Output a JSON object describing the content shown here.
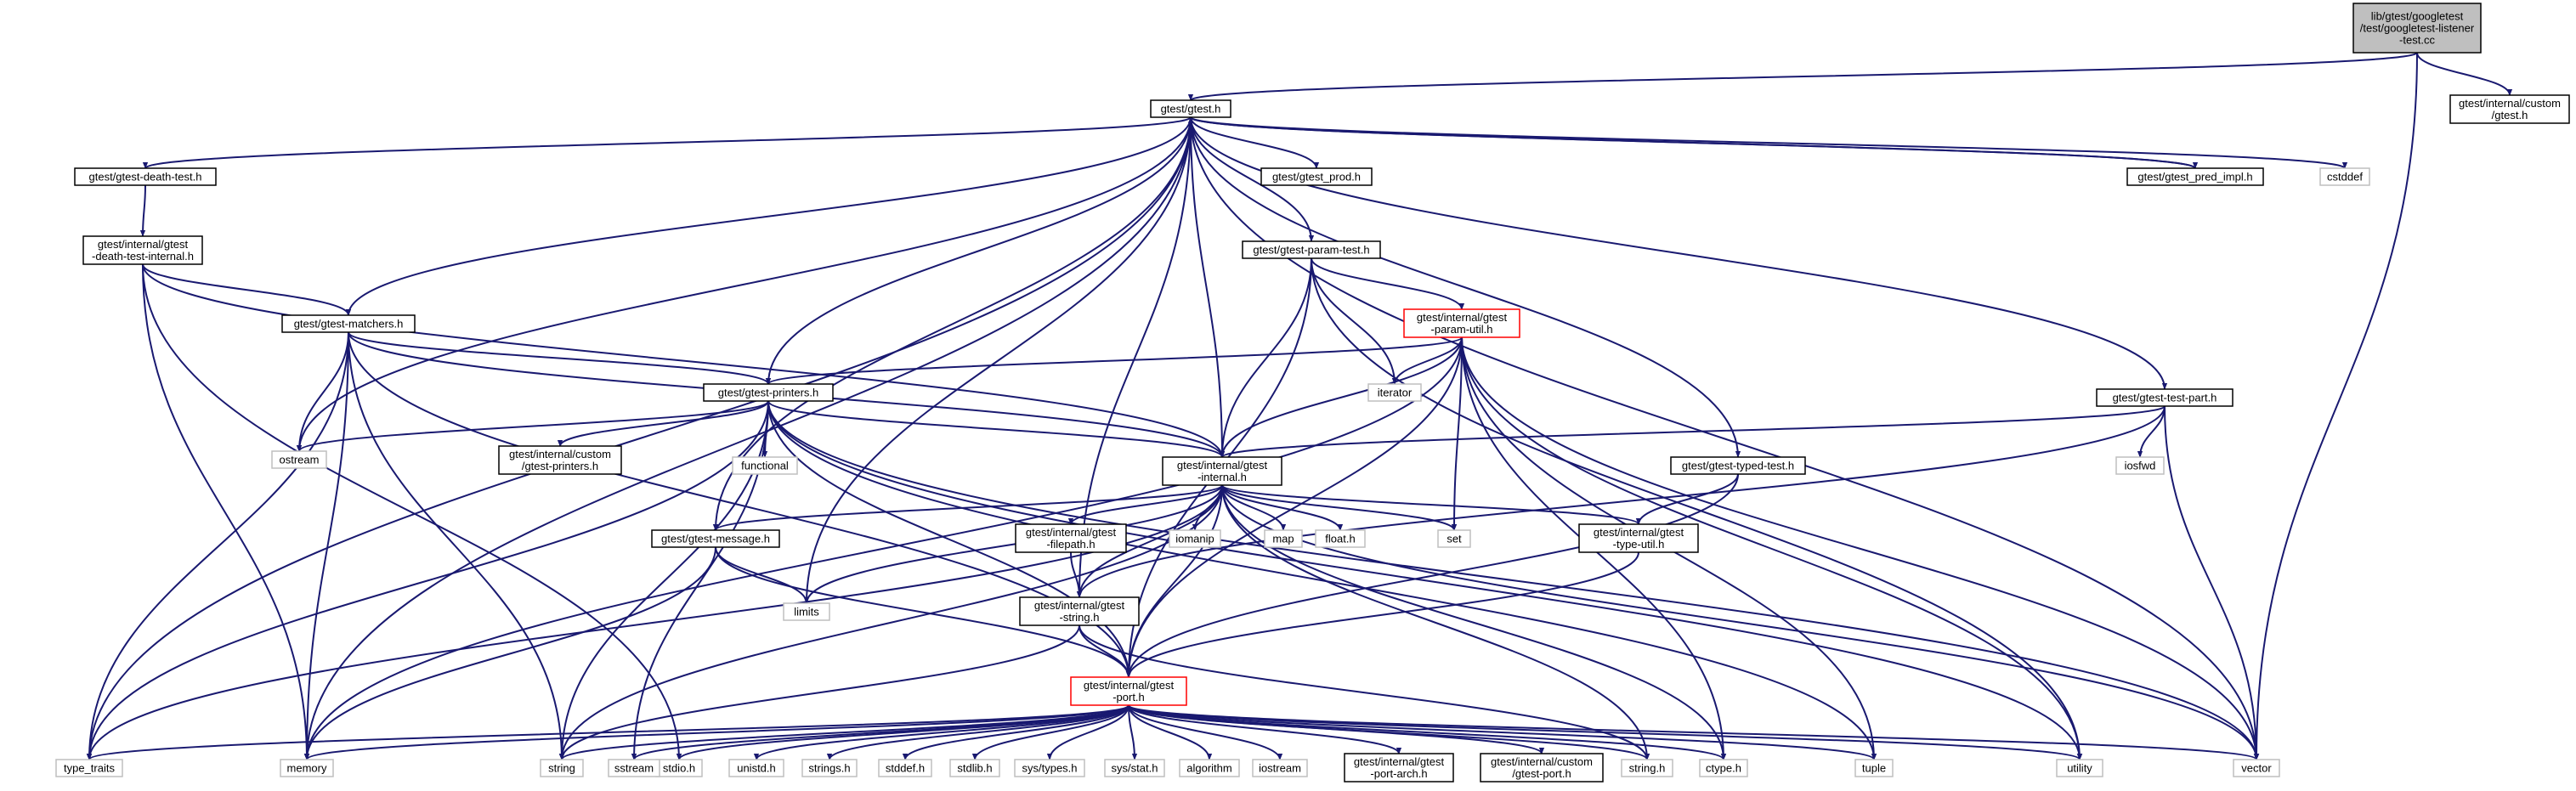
{
  "graph": {
    "nodes": [
      {
        "id": "root",
        "lines": [
          "lib/gtest/googletest",
          "/test/googletest-listener",
          "-test.cc"
        ],
        "style": "focus"
      },
      {
        "id": "gtest_h",
        "lines": [
          "gtest/gtest.h"
        ],
        "style": "normal"
      },
      {
        "id": "custom_gtest_h",
        "lines": [
          "gtest/internal/custom",
          "/gtest.h"
        ],
        "style": "normal"
      },
      {
        "id": "vector",
        "lines": [
          "vector"
        ],
        "style": "ext"
      },
      {
        "id": "death_test_h",
        "lines": [
          "gtest/gtest-death-test.h"
        ],
        "style": "normal"
      },
      {
        "id": "gtest_prod_h",
        "lines": [
          "gtest/gtest_prod.h"
        ],
        "style": "normal"
      },
      {
        "id": "pred_impl_h",
        "lines": [
          "gtest/gtest_pred_impl.h"
        ],
        "style": "normal"
      },
      {
        "id": "cstddef",
        "lines": [
          "cstddef"
        ],
        "style": "ext"
      },
      {
        "id": "death_internal_h",
        "lines": [
          "gtest/internal/gtest",
          "-death-test-internal.h"
        ],
        "style": "normal"
      },
      {
        "id": "param_test_h",
        "lines": [
          "gtest/gtest-param-test.h"
        ],
        "style": "normal"
      },
      {
        "id": "param_util_h",
        "lines": [
          "gtest/internal/gtest",
          "-param-util.h"
        ],
        "style": "red"
      },
      {
        "id": "matchers_h",
        "lines": [
          "gtest/gtest-matchers.h"
        ],
        "style": "normal"
      },
      {
        "id": "printers_h",
        "lines": [
          "gtest/gtest-printers.h"
        ],
        "style": "normal"
      },
      {
        "id": "iterator",
        "lines": [
          "iterator"
        ],
        "style": "ext"
      },
      {
        "id": "test_part_h",
        "lines": [
          "gtest/gtest-test-part.h"
        ],
        "style": "normal"
      },
      {
        "id": "ostream",
        "lines": [
          "ostream"
        ],
        "style": "ext"
      },
      {
        "id": "custom_printers_h",
        "lines": [
          "gtest/internal/custom",
          "/gtest-printers.h"
        ],
        "style": "normal"
      },
      {
        "id": "functional",
        "lines": [
          "functional"
        ],
        "style": "ext"
      },
      {
        "id": "internal_h",
        "lines": [
          "gtest/internal/gtest",
          "-internal.h"
        ],
        "style": "normal"
      },
      {
        "id": "iosfwd",
        "lines": [
          "iosfwd"
        ],
        "style": "ext"
      },
      {
        "id": "typed_test_h",
        "lines": [
          "gtest/gtest-typed-test.h"
        ],
        "style": "normal"
      },
      {
        "id": "message_h",
        "lines": [
          "gtest/gtest-message.h"
        ],
        "style": "normal"
      },
      {
        "id": "filepath_h",
        "lines": [
          "gtest/internal/gtest",
          "-filepath.h"
        ],
        "style": "normal"
      },
      {
        "id": "iomanip",
        "lines": [
          "iomanip"
        ],
        "style": "ext"
      },
      {
        "id": "map",
        "lines": [
          "map"
        ],
        "style": "ext"
      },
      {
        "id": "float_h",
        "lines": [
          "float.h"
        ],
        "style": "ext"
      },
      {
        "id": "set",
        "lines": [
          "set"
        ],
        "style": "ext"
      },
      {
        "id": "type_util_h",
        "lines": [
          "gtest/internal/gtest",
          "-type-util.h"
        ],
        "style": "normal"
      },
      {
        "id": "limits",
        "lines": [
          "limits"
        ],
        "style": "ext"
      },
      {
        "id": "string_h_int",
        "lines": [
          "gtest/internal/gtest",
          "-string.h"
        ],
        "style": "normal"
      },
      {
        "id": "port_h",
        "lines": [
          "gtest/internal/gtest",
          "-port.h"
        ],
        "style": "red"
      },
      {
        "id": "type_traits",
        "lines": [
          "type_traits"
        ],
        "style": "ext"
      },
      {
        "id": "memory",
        "lines": [
          "memory"
        ],
        "style": "ext"
      },
      {
        "id": "stdio_h",
        "lines": [
          "stdio.h"
        ],
        "style": "ext"
      },
      {
        "id": "string",
        "lines": [
          "string"
        ],
        "style": "ext"
      },
      {
        "id": "sstream",
        "lines": [
          "sstream"
        ],
        "style": "ext"
      },
      {
        "id": "unistd_h",
        "lines": [
          "unistd.h"
        ],
        "style": "ext"
      },
      {
        "id": "strings_h",
        "lines": [
          "strings.h"
        ],
        "style": "ext"
      },
      {
        "id": "stddef_h",
        "lines": [
          "stddef.h"
        ],
        "style": "ext"
      },
      {
        "id": "stdlib_h",
        "lines": [
          "stdlib.h"
        ],
        "style": "ext"
      },
      {
        "id": "sys_types_h",
        "lines": [
          "sys/types.h"
        ],
        "style": "ext"
      },
      {
        "id": "sys_stat_h",
        "lines": [
          "sys/stat.h"
        ],
        "style": "ext"
      },
      {
        "id": "algorithm",
        "lines": [
          "algorithm"
        ],
        "style": "ext"
      },
      {
        "id": "iostream",
        "lines": [
          "iostream"
        ],
        "style": "ext"
      },
      {
        "id": "port_arch_h",
        "lines": [
          "gtest/internal/gtest",
          "-port-arch.h"
        ],
        "style": "normal"
      },
      {
        "id": "custom_port_h",
        "lines": [
          "gtest/internal/custom",
          "/gtest-port.h"
        ],
        "style": "normal"
      },
      {
        "id": "string_dot_h",
        "lines": [
          "string.h"
        ],
        "style": "ext"
      },
      {
        "id": "ctype_h",
        "lines": [
          "ctype.h"
        ],
        "style": "ext"
      },
      {
        "id": "tuple",
        "lines": [
          "tuple"
        ],
        "style": "ext"
      },
      {
        "id": "utility",
        "lines": [
          "utility"
        ],
        "style": "ext"
      }
    ],
    "edges": [
      [
        "root",
        "gtest_h"
      ],
      [
        "root",
        "custom_gtest_h"
      ],
      [
        "root",
        "vector"
      ],
      [
        "gtest_h",
        "death_test_h"
      ],
      [
        "gtest_h",
        "gtest_prod_h"
      ],
      [
        "gtest_h",
        "pred_impl_h"
      ],
      [
        "gtest_h",
        "cstddef"
      ],
      [
        "gtest_h",
        "param_test_h"
      ],
      [
        "gtest_h",
        "matchers_h"
      ],
      [
        "gtest_h",
        "printers_h"
      ],
      [
        "gtest_h",
        "test_part_h"
      ],
      [
        "gtest_h",
        "ostream"
      ],
      [
        "gtest_h",
        "internal_h"
      ],
      [
        "gtest_h",
        "typed_test_h"
      ],
      [
        "gtest_h",
        "message_h"
      ],
      [
        "gtest_h",
        "limits"
      ],
      [
        "gtest_h",
        "string_h_int"
      ],
      [
        "gtest_h",
        "type_traits"
      ],
      [
        "gtest_h",
        "memory"
      ],
      [
        "gtest_h",
        "vector"
      ],
      [
        "pred_impl_h",
        "gtest_h"
      ],
      [
        "death_test_h",
        "death_internal_h"
      ],
      [
        "death_internal_h",
        "matchers_h"
      ],
      [
        "death_internal_h",
        "internal_h"
      ],
      [
        "death_internal_h",
        "memory"
      ],
      [
        "death_internal_h",
        "stdio_h"
      ],
      [
        "param_test_h",
        "param_util_h"
      ],
      [
        "param_test_h",
        "iterator"
      ],
      [
        "param_test_h",
        "internal_h"
      ],
      [
        "param_test_h",
        "port_h"
      ],
      [
        "param_test_h",
        "utility"
      ],
      [
        "param_util_h",
        "printers_h"
      ],
      [
        "param_util_h",
        "internal_h"
      ],
      [
        "param_util_h",
        "port_h"
      ],
      [
        "param_util_h",
        "iterator"
      ],
      [
        "param_util_h",
        "set"
      ],
      [
        "param_util_h",
        "memory"
      ],
      [
        "param_util_h",
        "tuple"
      ],
      [
        "param_util_h",
        "utility"
      ],
      [
        "param_util_h",
        "vector"
      ],
      [
        "param_util_h",
        "ctype_h"
      ],
      [
        "matchers_h",
        "printers_h"
      ],
      [
        "matchers_h",
        "internal_h"
      ],
      [
        "matchers_h",
        "port_h"
      ],
      [
        "matchers_h",
        "ostream"
      ],
      [
        "matchers_h",
        "memory"
      ],
      [
        "matchers_h",
        "string"
      ],
      [
        "matchers_h",
        "type_traits"
      ],
      [
        "printers_h",
        "ostream"
      ],
      [
        "printers_h",
        "custom_printers_h"
      ],
      [
        "printers_h",
        "functional"
      ],
      [
        "printers_h",
        "internal_h"
      ],
      [
        "printers_h",
        "port_h"
      ],
      [
        "printers_h",
        "sstream"
      ],
      [
        "printers_h",
        "string"
      ],
      [
        "printers_h",
        "tuple"
      ],
      [
        "printers_h",
        "type_traits"
      ],
      [
        "printers_h",
        "utility"
      ],
      [
        "printers_h",
        "vector"
      ],
      [
        "test_part_h",
        "internal_h"
      ],
      [
        "test_part_h",
        "string_h_int"
      ],
      [
        "test_part_h",
        "iosfwd"
      ],
      [
        "test_part_h",
        "vector"
      ],
      [
        "typed_test_h",
        "type_util_h"
      ],
      [
        "typed_test_h",
        "port_h"
      ],
      [
        "internal_h",
        "message_h"
      ],
      [
        "internal_h",
        "filepath_h"
      ],
      [
        "internal_h",
        "iomanip"
      ],
      [
        "internal_h",
        "map"
      ],
      [
        "internal_h",
        "float_h"
      ],
      [
        "internal_h",
        "set"
      ],
      [
        "internal_h",
        "type_util_h"
      ],
      [
        "internal_h",
        "limits"
      ],
      [
        "internal_h",
        "string_h_int"
      ],
      [
        "internal_h",
        "port_h"
      ],
      [
        "internal_h",
        "string"
      ],
      [
        "internal_h",
        "string_dot_h"
      ],
      [
        "internal_h",
        "ctype_h"
      ],
      [
        "internal_h",
        "vector"
      ],
      [
        "internal_h",
        "type_traits"
      ],
      [
        "message_h",
        "limits"
      ],
      [
        "message_h",
        "port_h"
      ],
      [
        "message_h",
        "memory"
      ],
      [
        "filepath_h",
        "string_h_int"
      ],
      [
        "type_util_h",
        "port_h"
      ],
      [
        "string_h_int",
        "port_h"
      ],
      [
        "string_h_int",
        "string"
      ],
      [
        "string_h_int",
        "string_dot_h"
      ],
      [
        "port_h",
        "type_traits"
      ],
      [
        "port_h",
        "memory"
      ],
      [
        "port_h",
        "stdio_h"
      ],
      [
        "port_h",
        "string"
      ],
      [
        "port_h",
        "sstream"
      ],
      [
        "port_h",
        "unistd_h"
      ],
      [
        "port_h",
        "strings_h"
      ],
      [
        "port_h",
        "stddef_h"
      ],
      [
        "port_h",
        "stdlib_h"
      ],
      [
        "port_h",
        "sys_types_h"
      ],
      [
        "port_h",
        "sys_stat_h"
      ],
      [
        "port_h",
        "algorithm"
      ],
      [
        "port_h",
        "iostream"
      ],
      [
        "port_h",
        "port_arch_h"
      ],
      [
        "port_h",
        "custom_port_h"
      ],
      [
        "port_h",
        "string_dot_h"
      ],
      [
        "port_h",
        "ctype_h"
      ],
      [
        "port_h",
        "tuple"
      ],
      [
        "port_h",
        "utility"
      ],
      [
        "port_h",
        "vector"
      ]
    ]
  }
}
